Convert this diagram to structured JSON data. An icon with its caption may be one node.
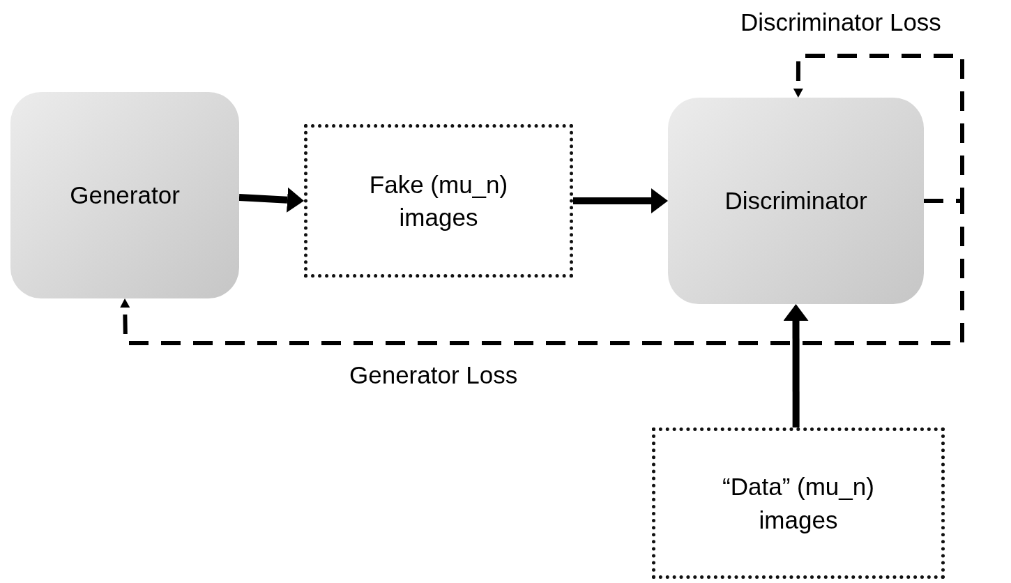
{
  "diagram": {
    "nodes": [
      {
        "text": [
          "Generator"
        ]
      },
      {
        "text": [
          "Fake (mu_n) images"
        ]
      },
      {
        "text": [
          "Discriminator"
        ]
      },
      {
        "text": [
          "“Data” (mu_n) images"
        ]
      }
    ],
    "edges": [
      {
        "from": 0,
        "to": 1,
        "arrow": "to"
      },
      {
        "from": 1,
        "to": 2,
        "arrow": "to"
      },
      {
        "from": 3,
        "to": 2,
        "arrow": "to"
      },
      {
        "from": 2,
        "to": 0,
        "arrow": "to",
        "style": "dashed",
        "label": "Generator Loss"
      },
      {
        "from": 2,
        "to": 2,
        "arrow": "to",
        "style": "dashed",
        "label": "Discriminator Loss"
      }
    ]
  }
}
